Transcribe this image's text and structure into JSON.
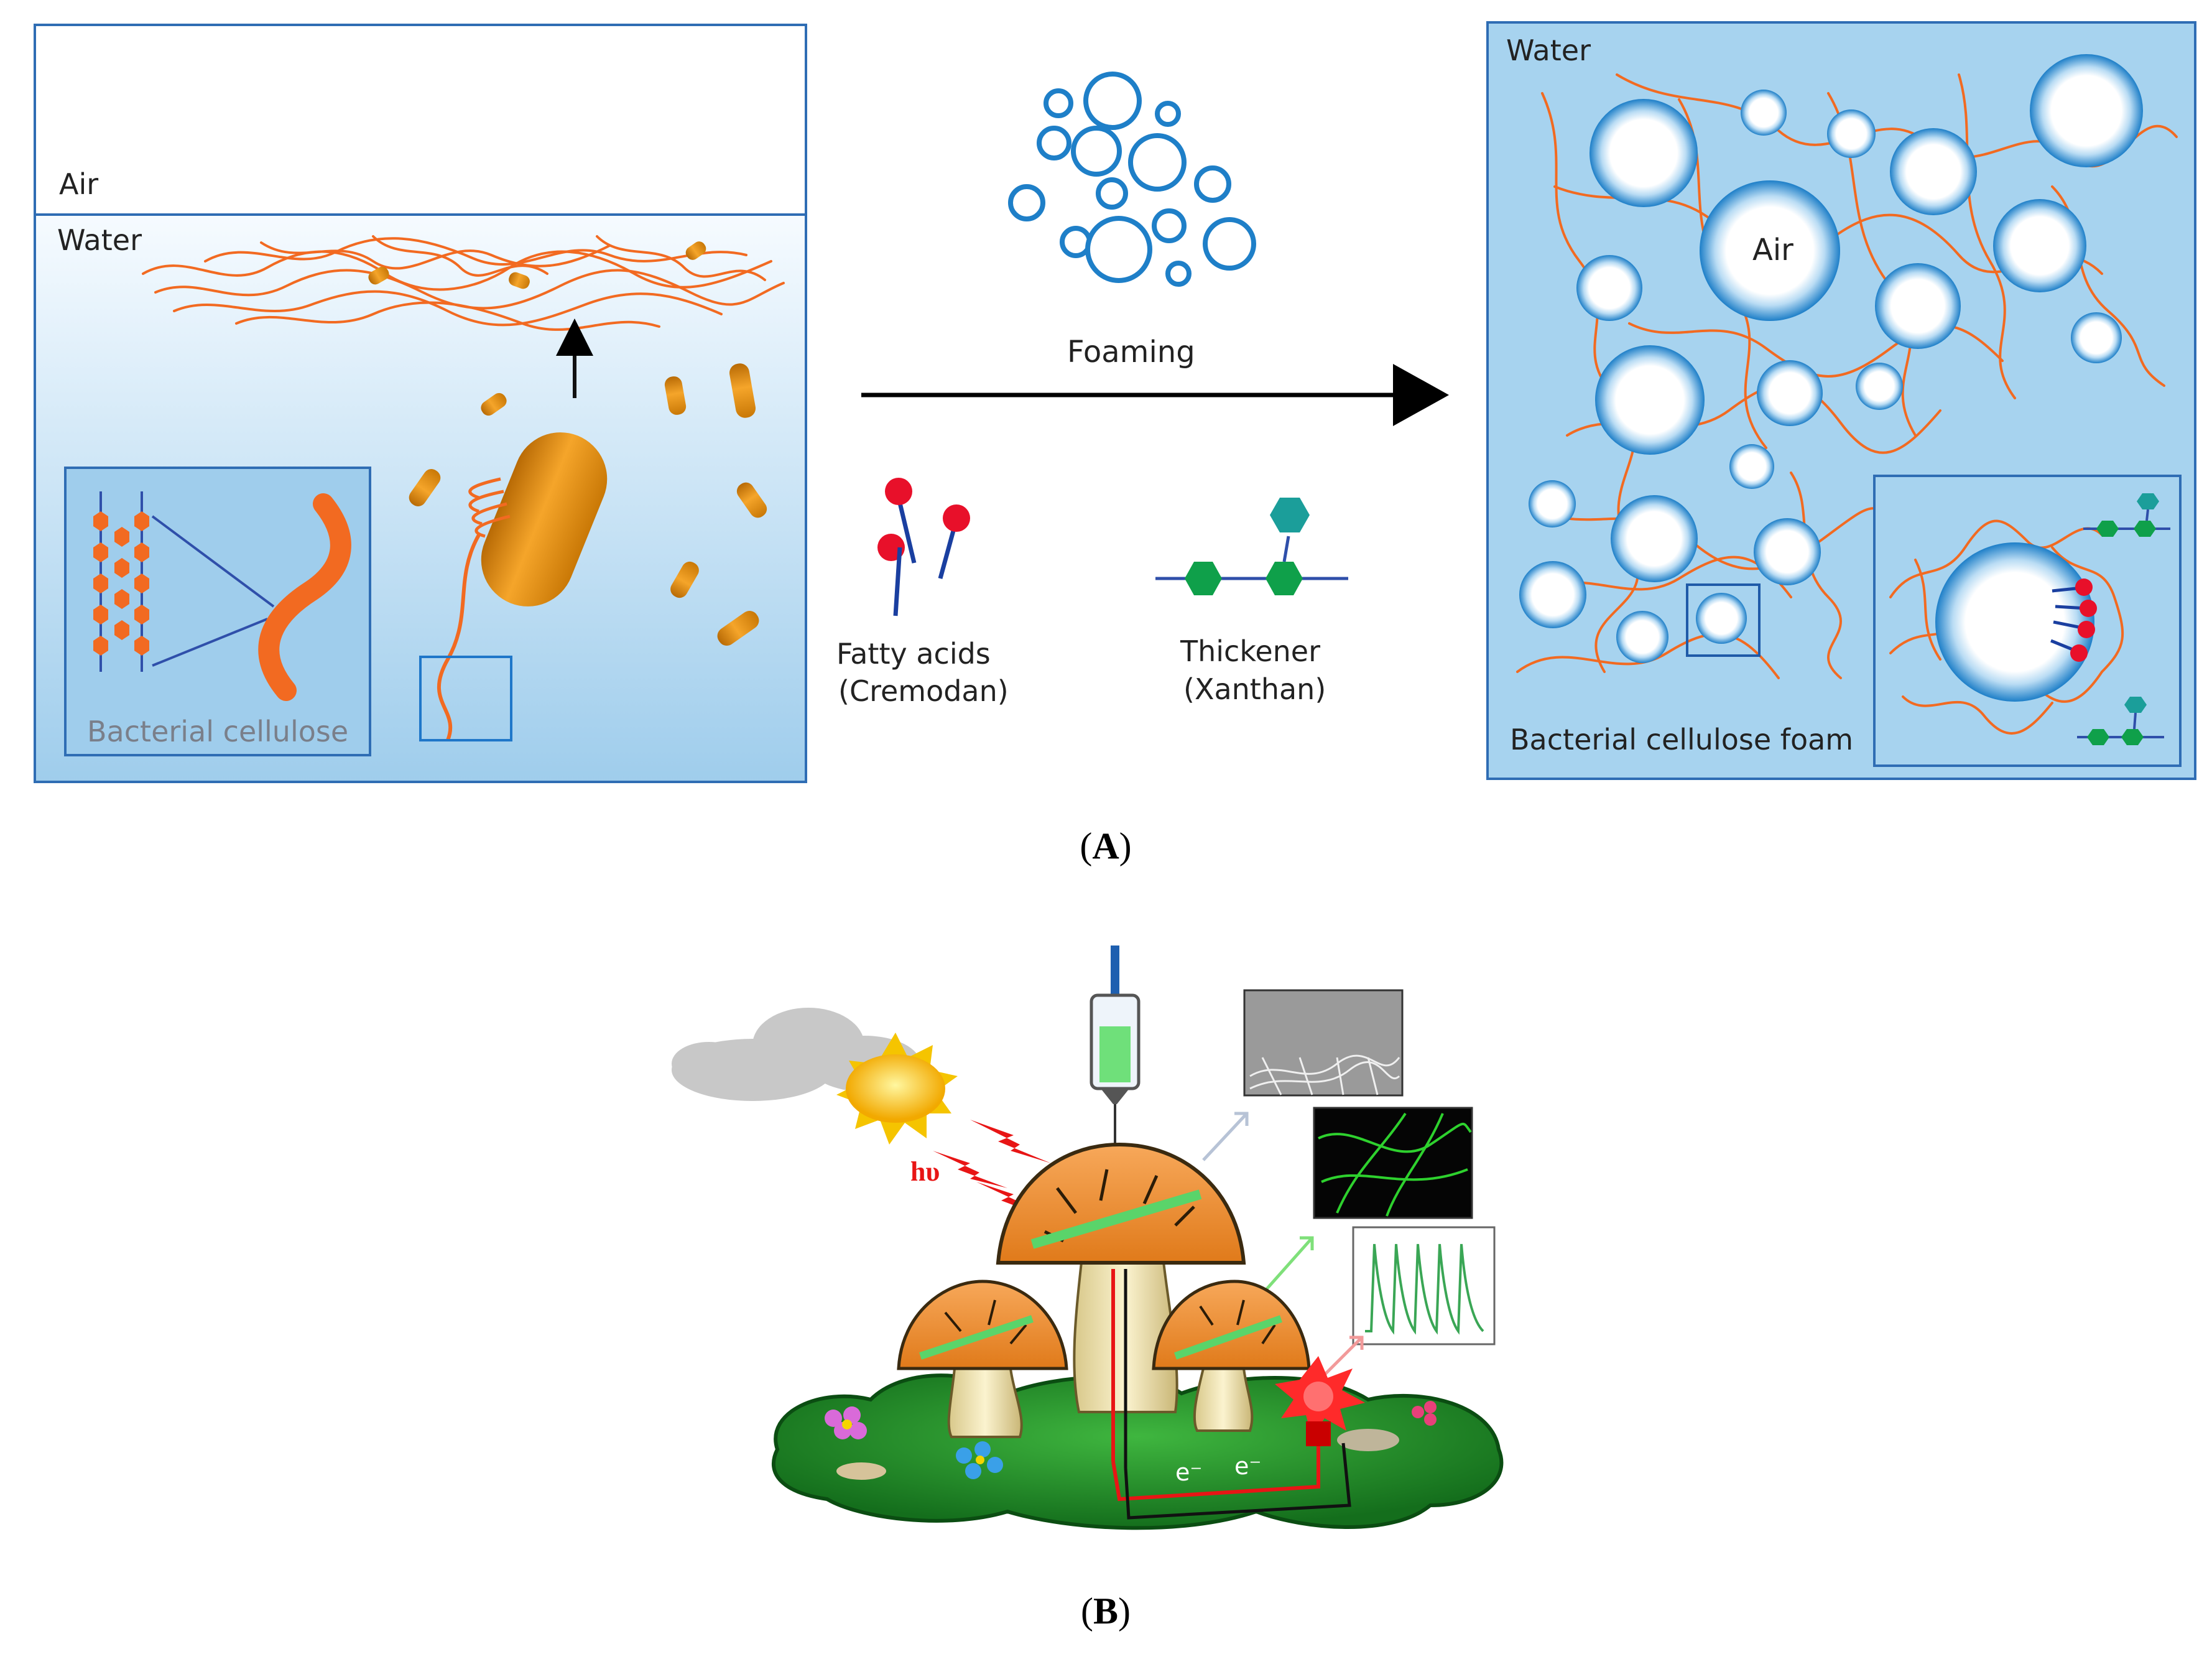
{
  "panel_a": {
    "left_box": {
      "air_label": "Air",
      "water_label": "Water",
      "inset_label": "Bacterial cellulose"
    },
    "middle": {
      "process_label": "Foaming",
      "surfactant_label": "Fatty acids",
      "surfactant_name": "(Cremodan)",
      "thickener_label": "Thickener",
      "thickener_name": "(Xanthan)"
    },
    "right_box": {
      "water_label": "Water",
      "air_label": "Air",
      "foam_label": "Bacterial cellulose foam"
    },
    "caption": {
      "open": "(",
      "letter": "A",
      "close": ")"
    }
  },
  "panel_b": {
    "hv_label": "hυ",
    "electron_label": "e⁻",
    "caption": {
      "open": "(",
      "letter": "B",
      "close": ")"
    }
  },
  "colors": {
    "water_blue": "#a9d3ee",
    "border_blue": "#2f6db4",
    "fiber_orange": "#f26a21",
    "bacteria_orange": "#e98a12",
    "bubble_blue": "#1e7fc8",
    "xanthan_green": "#0fa04a",
    "xanthan_teal": "#1b9e9a",
    "fatty_red": "#e8102a",
    "grass_green": "#1f8f2a",
    "cap_orange": "#f3923a"
  }
}
